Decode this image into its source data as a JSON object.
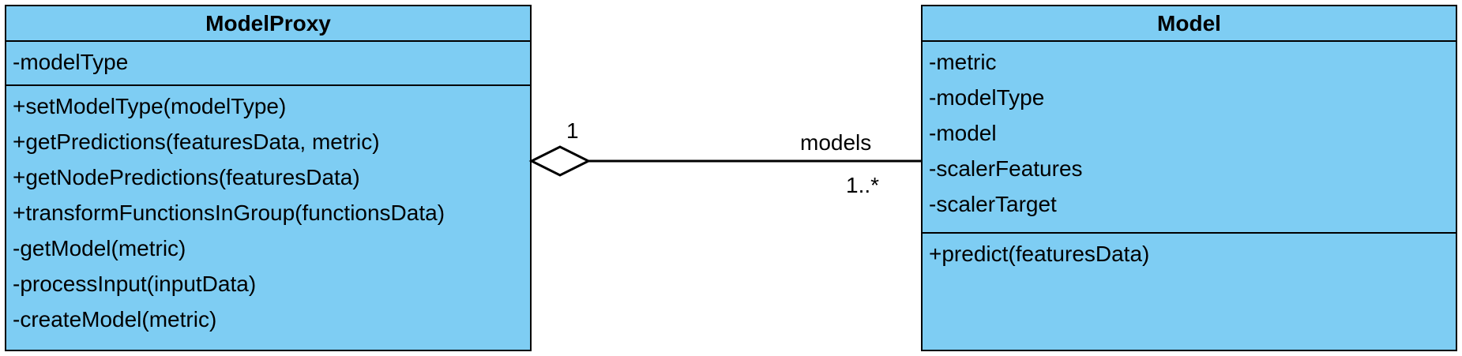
{
  "classes": {
    "model_proxy": {
      "name": "ModelProxy",
      "attributes": [
        "-modelType"
      ],
      "operations": [
        "+setModelType(modelType)",
        "+getPredictions(featuresData, metric)",
        "+getNodePredictions(featuresData)",
        "+transformFunctionsInGroup(functionsData)",
        "-getModel(metric)",
        "-processInput(inputData)",
        "-createModel(metric)"
      ]
    },
    "model": {
      "name": "Model",
      "attributes": [
        "-metric",
        "-modelType",
        "-model",
        "-scalerFeatures",
        "-scalerTarget"
      ],
      "operations": [
        "+predict(featuresData)"
      ]
    }
  },
  "association": {
    "type": "aggregation",
    "role_name": "models",
    "multiplicity_source": "1",
    "multiplicity_target": "1..*"
  },
  "colors": {
    "class_fill": "#7ecdf3",
    "line": "#000000"
  }
}
